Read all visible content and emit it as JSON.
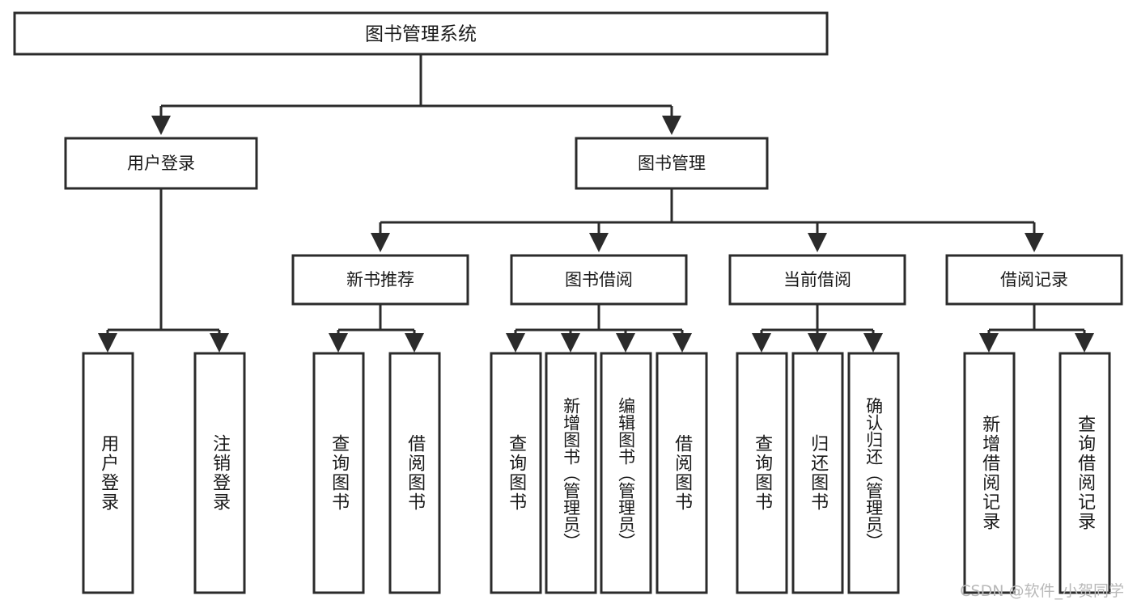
{
  "diagram": {
    "title": "图书管理系统",
    "type": "tree-hierarchy",
    "root": {
      "label": "图书管理系统"
    },
    "level2": [
      {
        "label": "用户登录"
      },
      {
        "label": "图书管理"
      }
    ],
    "level3": [
      {
        "label": "新书推荐"
      },
      {
        "label": "图书借阅"
      },
      {
        "label": "当前借阅"
      },
      {
        "label": "借阅记录"
      }
    ],
    "leaves": {
      "user_login": [
        {
          "label": "用户登录"
        },
        {
          "label": "注销登录"
        }
      ],
      "new_book_recommend": [
        {
          "label": "查询图书"
        },
        {
          "label": "借阅图书"
        }
      ],
      "book_borrow": [
        {
          "label": "查询图书"
        },
        {
          "label": "新增图书（管理员）"
        },
        {
          "label": "编辑图书（管理员）"
        },
        {
          "label": "借阅图书"
        }
      ],
      "current_borrow": [
        {
          "label": "查询图书"
        },
        {
          "label": "归还图书"
        },
        {
          "label": "确认归还（管理员）"
        }
      ],
      "borrow_records": [
        {
          "label": "新增借阅记录"
        },
        {
          "label": "查询借阅记录"
        }
      ]
    }
  },
  "watermark": {
    "text": "CSDN @软件_小贺同学"
  },
  "colors": {
    "stroke": "#2b2b2b",
    "fill": "#ffffff",
    "text": "#1a1a1a",
    "watermark": "#b9b9b9"
  }
}
